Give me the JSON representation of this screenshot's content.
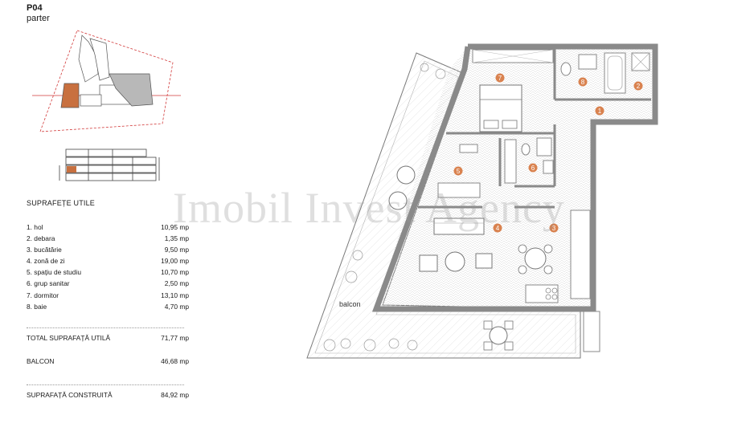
{
  "header": {
    "unit_code": "P04",
    "level": "parter"
  },
  "areas": {
    "heading": "SUPRAFEȚE UTILE",
    "rooms": [
      {
        "label": "1. hol",
        "value": "10,95 mp"
      },
      {
        "label": "2. debara",
        "value": "1,35 mp"
      },
      {
        "label": "3. bucătărie",
        "value": "9,50 mp"
      },
      {
        "label": "4. zonă de zi",
        "value": "19,00 mp"
      },
      {
        "label": "5. spațiu de studiu",
        "value": "10,70 mp"
      },
      {
        "label": "6. grup sanitar",
        "value": "2,50 mp"
      },
      {
        "label": "7. dormitor",
        "value": "13,10 mp"
      },
      {
        "label": "8. baie",
        "value": "4,70 mp"
      }
    ],
    "total_label": "TOTAL SUPRAFAȚĂ UTILĂ",
    "total_value": "71,77 mp",
    "balcony_label": "BALCON",
    "balcony_value": "46,68 mp",
    "built_label": "SUPRAFAȚĂ CONSTRUITĂ",
    "built_value": "84,92 mp"
  },
  "watermark": "Imobil Invest Agency",
  "plan": {
    "balcony_label": "balcon",
    "room_markers": [
      "1",
      "2",
      "3",
      "4",
      "5",
      "6",
      "7",
      "8"
    ],
    "marker_color": "#d9824f",
    "highlight_color": "#c8703f",
    "wall_color": "#8a8a8a",
    "key_plan_line_color": "#d23a3a"
  }
}
